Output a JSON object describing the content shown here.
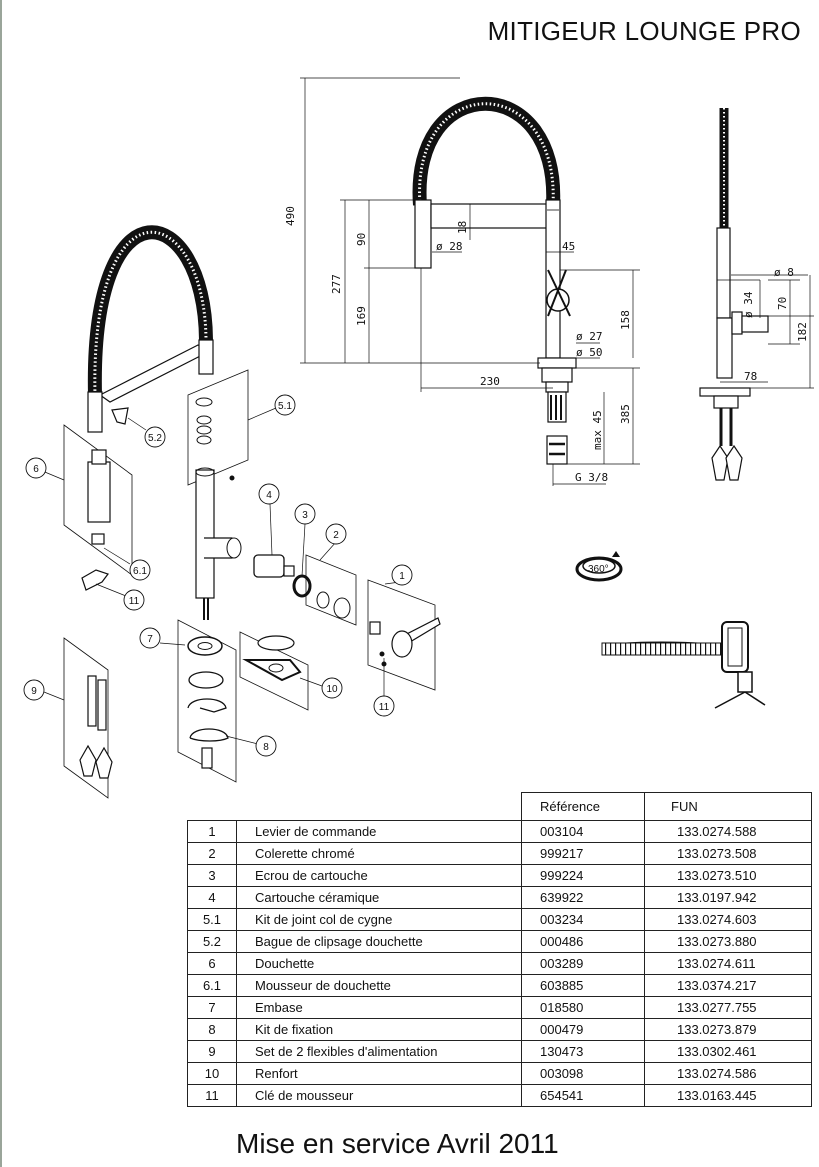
{
  "document": {
    "title": "MITIGEUR LOUNGE PRO",
    "footer": "Mise en service Avril 2011"
  },
  "dimensions": {
    "height_total": "490",
    "spout_height": "90",
    "height_277": "277",
    "height_169": "169",
    "spout_18": "18",
    "dia_28": "ø 28",
    "width_45": "45",
    "height_158": "158",
    "dia_27": "ø 27",
    "dia_50": "ø 50",
    "reach_230": "230",
    "max_45": "max 45",
    "height_385": "385",
    "thread": "G 3/8",
    "dia_8": "ø 8",
    "dia_34": "ø 34",
    "height_70": "70",
    "height_182": "182",
    "width_78": "78",
    "rotation": "360°"
  },
  "callouts": [
    "1",
    "2",
    "3",
    "4",
    "5.1",
    "5.2",
    "6",
    "6.1",
    "7",
    "8",
    "9",
    "10",
    "11"
  ],
  "parts_table": {
    "headers": {
      "reference": "Référence",
      "fun": "FUN"
    },
    "rows": [
      {
        "num": "1",
        "name": "Levier de commande",
        "ref": "003104",
        "fun": "133.0274.588"
      },
      {
        "num": "2",
        "name": "Colerette chromé",
        "ref": "999217",
        "fun": "133.0273.508"
      },
      {
        "num": "3",
        "name": "Ecrou de cartouche",
        "ref": "999224",
        "fun": "133.0273.510"
      },
      {
        "num": "4",
        "name": "Cartouche céramique",
        "ref": "639922",
        "fun": "133.0197.942"
      },
      {
        "num": "5.1",
        "name": "Kit de joint col de cygne",
        "ref": "003234",
        "fun": "133.0274.603"
      },
      {
        "num": "5.2",
        "name": "Bague de clipsage douchette",
        "ref": "000486",
        "fun": "133.0273.880"
      },
      {
        "num": "6",
        "name": "Douchette",
        "ref": "003289",
        "fun": "133.0274.611"
      },
      {
        "num": "6.1",
        "name": "Mousseur de douchette",
        "ref": "603885",
        "fun": "133.0374.217"
      },
      {
        "num": "7",
        "name": "Embase",
        "ref": "018580",
        "fun": "133.0277.755"
      },
      {
        "num": "8",
        "name": "Kit de fixation",
        "ref": "000479",
        "fun": "133.0273.879"
      },
      {
        "num": "9",
        "name": "Set de 2 flexibles d'alimentation",
        "ref": "130473",
        "fun": "133.0302.461"
      },
      {
        "num": "10",
        "name": "Renfort",
        "ref": "003098",
        "fun": "133.0274.586"
      },
      {
        "num": "11",
        "name": "Clé de mousseur",
        "ref": "654541",
        "fun": "133.0163.445"
      }
    ]
  }
}
